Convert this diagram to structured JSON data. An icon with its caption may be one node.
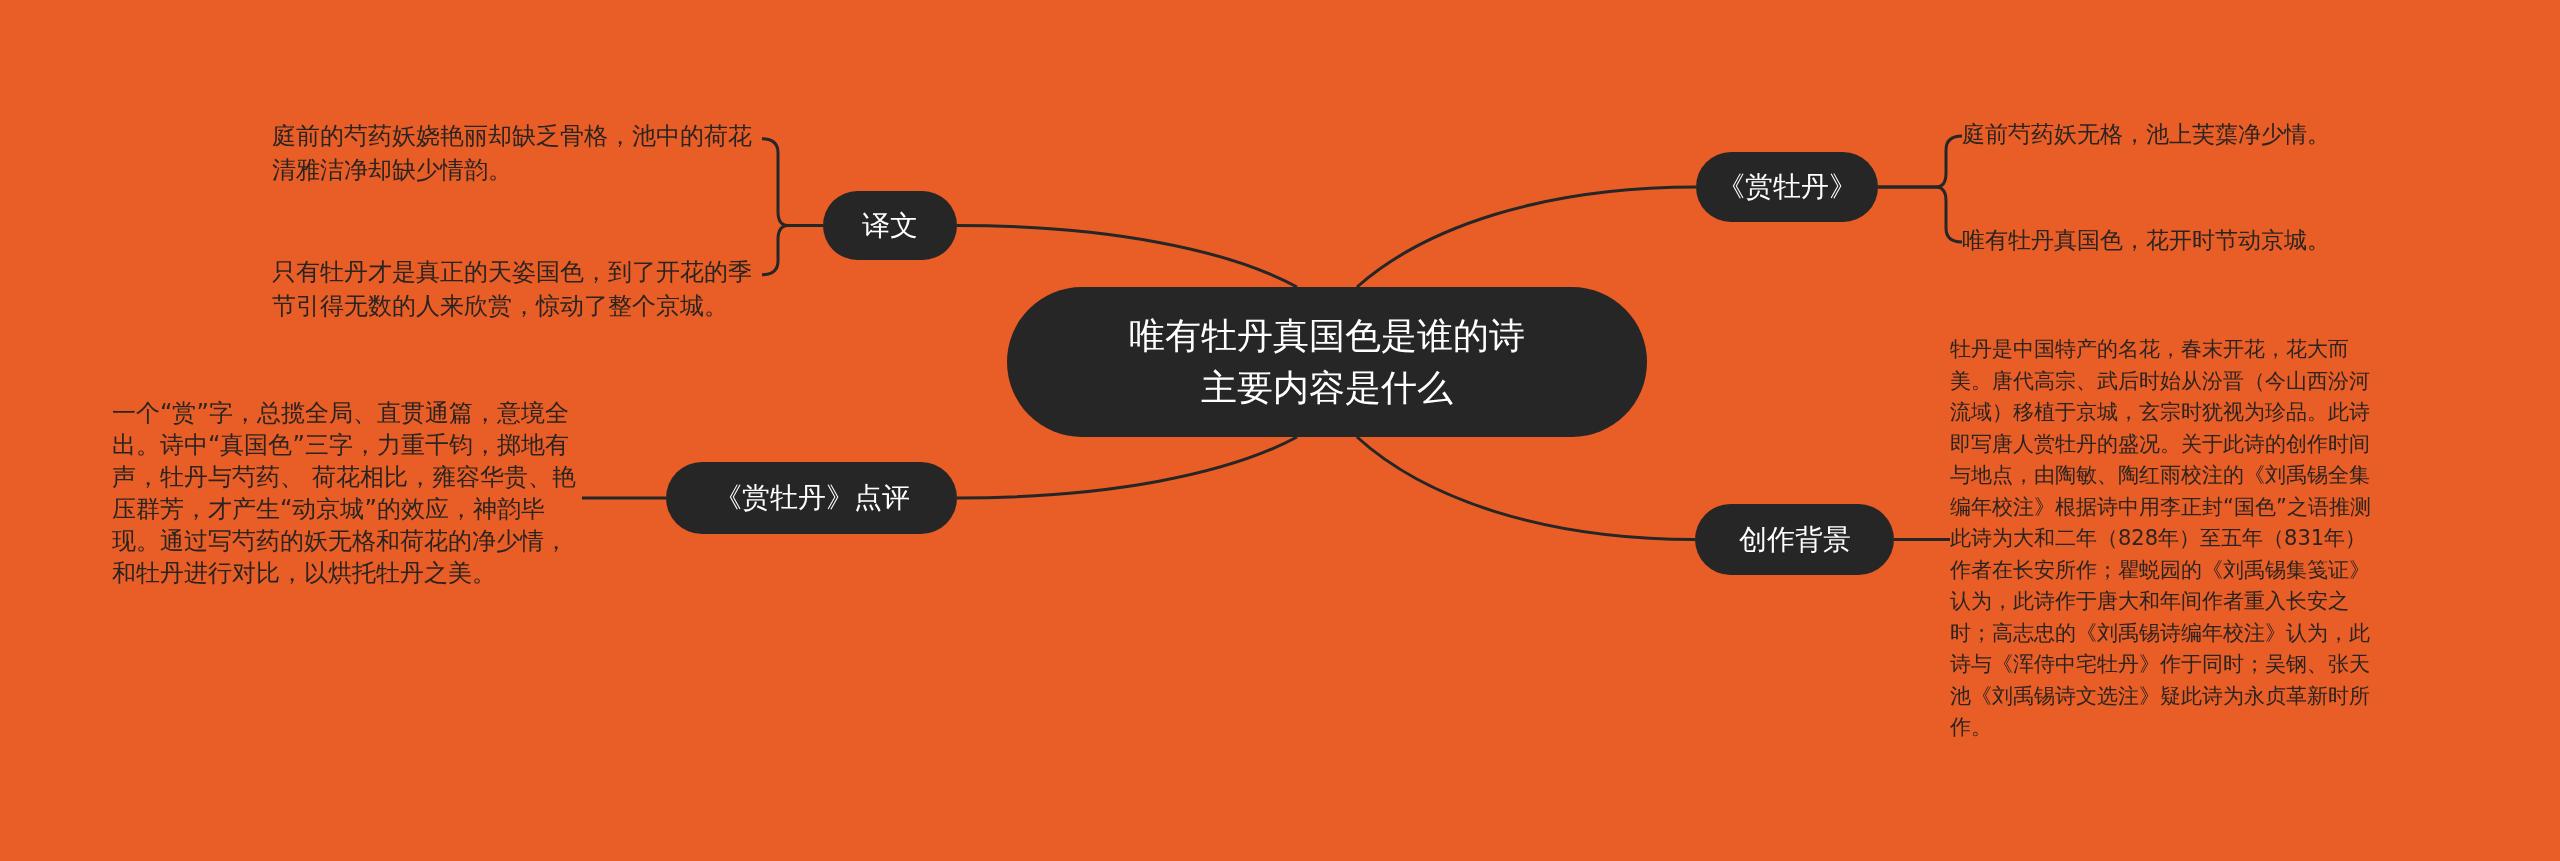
{
  "diagram": {
    "nodes": [
      {
        "text": [
          "唯有牡丹真国色是谁的诗主要内容是什么"
        ]
      },
      {
        "text": [
          "译文"
        ]
      },
      {
        "text": [
          "庭前的芍药妖娆艳丽却缺乏骨格，池中的荷花清雅洁净却缺少情韵。"
        ]
      },
      {
        "text": [
          "只有牡丹才是真正的天姿国色，到了开花的季节引得无数的人来欣赏，惊动了整个京城。"
        ]
      },
      {
        "text": [
          "《赏牡丹》"
        ]
      },
      {
        "text": [
          "庭前芍药妖无格，池上芙蕖净少情。"
        ]
      },
      {
        "text": [
          "唯有牡丹真国色，花开时节动京城。"
        ]
      },
      {
        "text": [
          "《赏牡丹》点评"
        ]
      },
      {
        "text": [
          "一个“赏”字，总揽全局、直贯通篇，意境全出。诗中“真国色”三字，力重千钧，掷地有声，牡丹与芍药、 荷花相比，雍容华贵、艳压群芳，才产生“动京城”的效应，神韵毕现。通过写芍药的妖无格和荷花的净少情，和牡丹进行对比，以烘托牡丹之美。"
        ]
      },
      {
        "text": [
          "创作背景"
        ]
      },
      {
        "text": [
          "牡丹是中国特产的名花，春末开花，花大而美。唐代高宗、武后时始从汾晋（今山西汾河流域）移植于京城，玄宗时犹视为珍品。此诗即写唐人赏牡丹的盛况。关于此诗的创作时间与地点，由陶敏、陶红雨校注的《刘禹锡全集编年校注》根据诗中用李正封“国色”之语推测此诗为大和二年（828年）至五年（831年）作者在长安所作；瞿蜕园的《刘禹锡集笺证》认为，此诗作于唐大和年间作者重入长安之时；高志忠的《刘禹锡诗编年校注》认为，此诗与《浑侍中宅牡丹》作于同时；吴钢、张天池《刘禹锡诗文选注》疑此诗为永贞革新时所作。"
        ]
      }
    ],
    "edges": [
      {
        "from": 0,
        "to": 1,
        "arrow": "none"
      },
      {
        "from": 0,
        "to": 4,
        "arrow": "none"
      },
      {
        "from": 0,
        "to": 7,
        "arrow": "none"
      },
      {
        "from": 0,
        "to": 9,
        "arrow": "none"
      },
      {
        "from": 1,
        "to": 2,
        "arrow": "none"
      },
      {
        "from": 1,
        "to": 3,
        "arrow": "none"
      },
      {
        "from": 4,
        "to": 5,
        "arrow": "none"
      },
      {
        "from": 4,
        "to": 6,
        "arrow": "none"
      },
      {
        "from": 7,
        "to": 8,
        "arrow": "none"
      },
      {
        "from": 9,
        "to": 10,
        "arrow": "none"
      }
    ]
  }
}
